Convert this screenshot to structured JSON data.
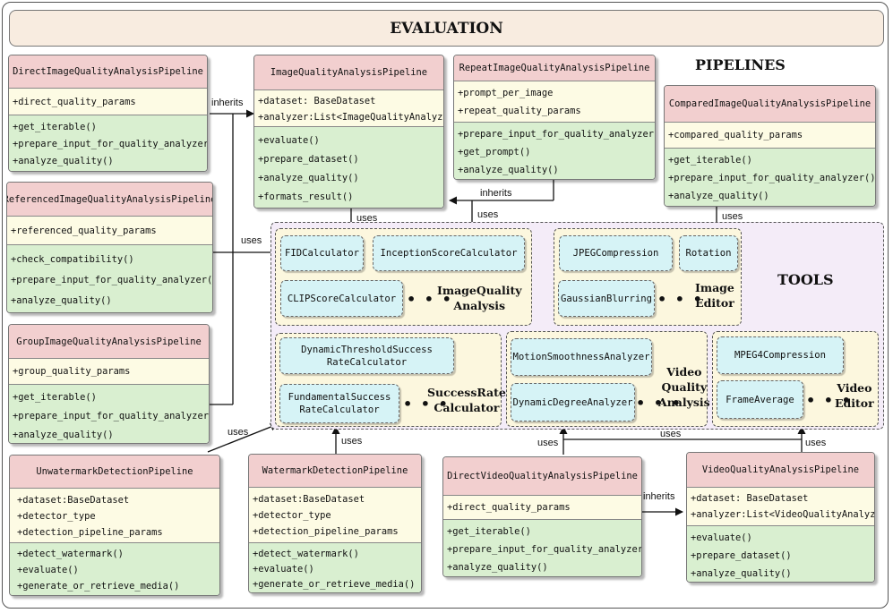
{
  "title": "EVALUATION",
  "sections": {
    "pipelines": "PIPELINES",
    "tools": "TOOLS"
  },
  "classes": {
    "direct_image": {
      "name": "DirectImageQualityAnalysisPipeline",
      "attrs": [
        "+direct_quality_params"
      ],
      "methods": [
        "+get_iterable()",
        "+prepare_input_for_quality_analyzer()",
        "+analyze_quality()"
      ]
    },
    "image_quality": {
      "name": "ImageQualityAnalysisPipeline",
      "attrs": [
        "+dataset: BaseDataset",
        "+analyzer:List<ImageQualityAnalyzer>"
      ],
      "methods": [
        "+evaluate()",
        "+prepare_dataset()",
        "+analyze_quality()",
        "+formats_result()"
      ]
    },
    "repeat_image": {
      "name": "RepeatImageQualityAnalysisPipeline",
      "attrs": [
        "+prompt_per_image",
        "+repeat_quality_params"
      ],
      "methods": [
        "+prepare_input_for_quality_analyzer()",
        "+get_prompt()",
        "+analyze_quality()"
      ]
    },
    "compared_image": {
      "name": "ComparedImageQualityAnalysisPipeline",
      "attrs": [
        "+compared_quality_params"
      ],
      "methods": [
        "+get_iterable()",
        "+prepare_input_for_quality_analyzer()",
        "+analyze_quality()"
      ]
    },
    "referenced_image": {
      "name": "ReferencedImageQualityAnalysisPipeline",
      "attrs": [
        "+referenced_quality_params"
      ],
      "methods": [
        "+check_compatibility()",
        "+prepare_input_for_quality_analyzer()",
        "+analyze_quality()"
      ]
    },
    "group_image": {
      "name": "GroupImageQualityAnalysisPipeline",
      "attrs": [
        "+group_quality_params"
      ],
      "methods": [
        "+get_iterable()",
        "+prepare_input_for_quality_analyzer()",
        "+analyze_quality()"
      ]
    },
    "unwatermark": {
      "name": "UnwatermarkDetectionPipeline",
      "attrs": [
        "+dataset:BaseDataset",
        "+detector_type",
        "+detection_pipeline_params"
      ],
      "methods": [
        "+detect_watermark()",
        "+evaluate()",
        "+generate_or_retrieve_media()"
      ]
    },
    "watermark": {
      "name": "WatermarkDetectionPipeline",
      "attrs": [
        "+dataset:BaseDataset",
        "+detector_type",
        "+detection_pipeline_params"
      ],
      "methods": [
        "+detect_watermark()",
        "+evaluate()",
        "+generate_or_retrieve_media()"
      ]
    },
    "direct_video": {
      "name": "DirectVideoQualityAnalysisPipeline",
      "attrs": [
        "+direct_quality_params"
      ],
      "methods": [
        "+get_iterable()",
        "+prepare_input_for_quality_analyzer()",
        "+analyze_quality()"
      ]
    },
    "video_quality": {
      "name": "VideoQualityAnalysisPipeline",
      "attrs": [
        "+dataset: BaseDataset",
        "+analyzer:List<VideoQualityAnalyzer>"
      ],
      "methods": [
        "+evaluate()",
        "+prepare_dataset()",
        "+analyze_quality()"
      ]
    }
  },
  "tools": {
    "image_quality": {
      "label": [
        "ImageQuality",
        "Analysis"
      ],
      "items": [
        "FIDCalculator",
        "InceptionScoreCalculator",
        "CLIPScoreCalculator"
      ]
    },
    "image_editor": {
      "label": [
        "Image",
        "Editor"
      ],
      "items": [
        "JPEGCompression",
        "Rotation",
        "GaussianBlurring"
      ]
    },
    "success_rate": {
      "label": [
        "SuccessRate",
        "Calculator"
      ],
      "items": [
        [
          "DynamicThresholdSuccess",
          "RateCalculator"
        ],
        [
          "FundamentalSuccess",
          "RateCalculator"
        ]
      ]
    },
    "video_quality": {
      "label": [
        "Video",
        "Quality",
        "Analysis"
      ],
      "items": [
        "MotionSmoothnessAnalyzer",
        "DynamicDegreeAnalyzer"
      ]
    },
    "video_editor": {
      "label": [
        "Video",
        "Editor"
      ],
      "items": [
        "MPEG4Compression",
        "FrameAverage"
      ]
    }
  },
  "ellipsis": "• • •",
  "edges": {
    "inherits": "inherits",
    "uses": "uses"
  }
}
